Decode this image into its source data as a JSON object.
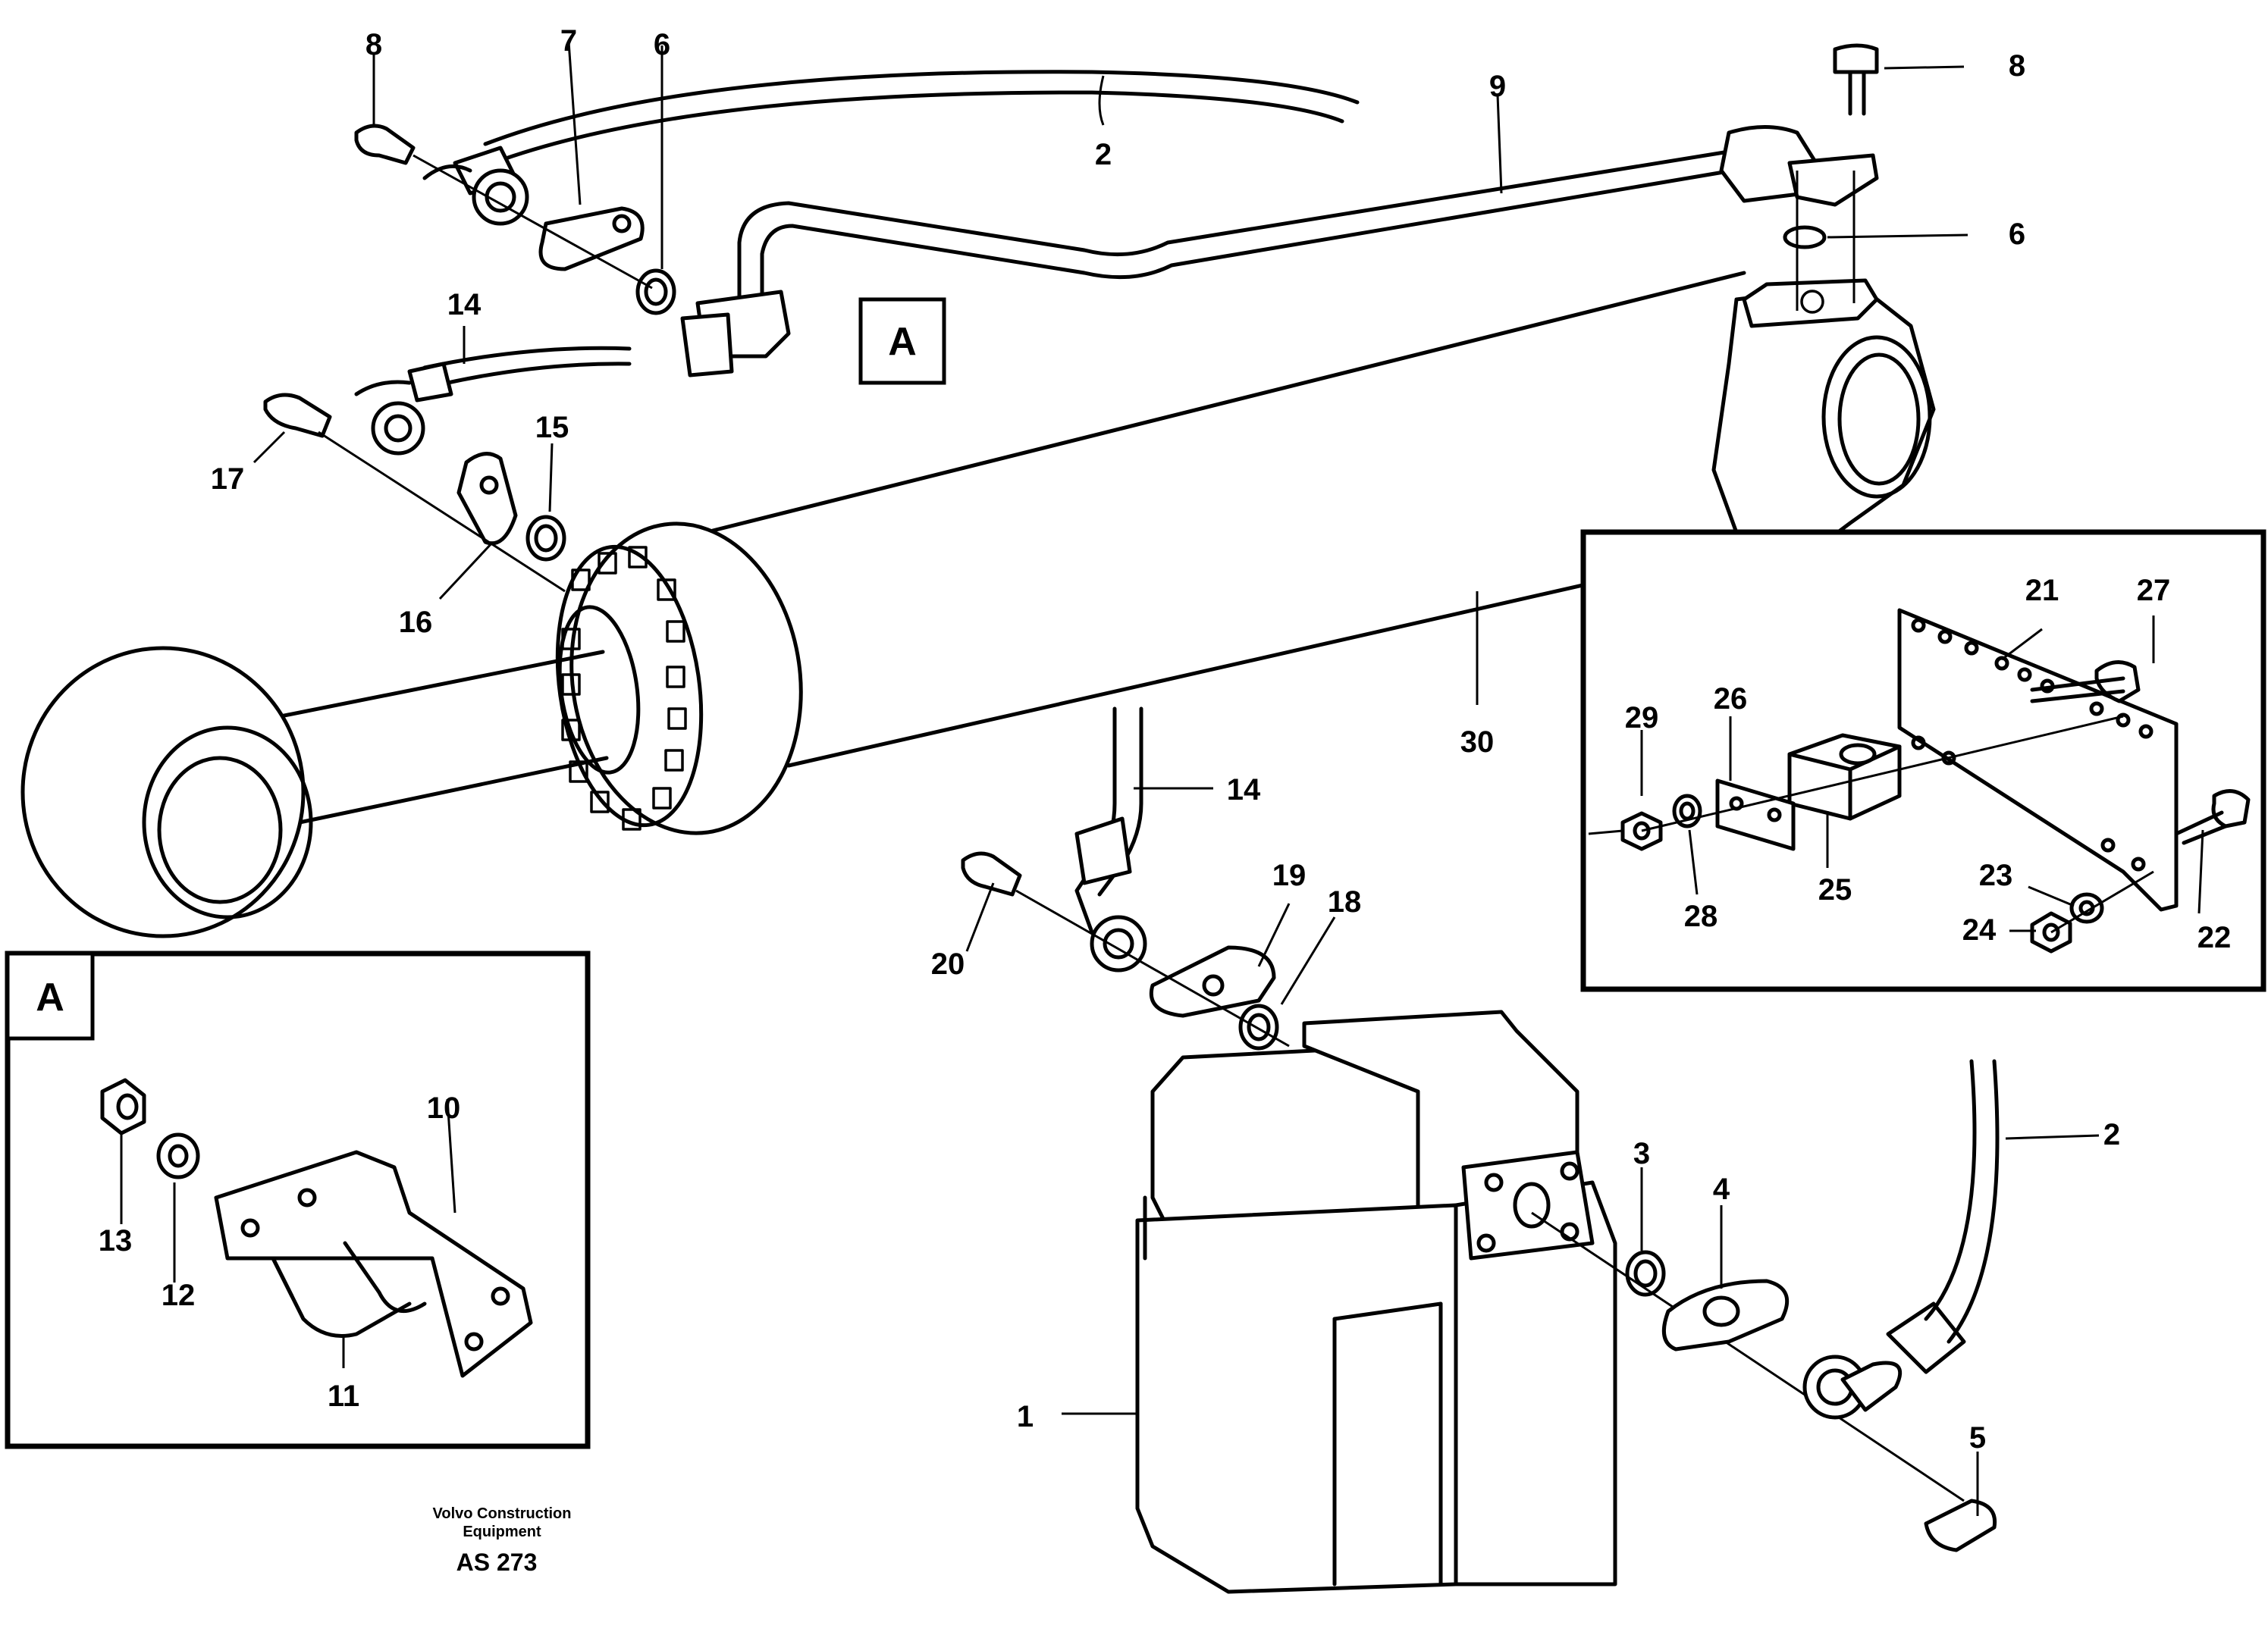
{
  "view_box_label": "A",
  "inset_label": "A",
  "footer": {
    "company_line1": "Volvo Construction",
    "company_line2": "Equipment",
    "drawing_code": "AS 273"
  },
  "callouts": {
    "c1": "1",
    "c2a": "2",
    "c2b": "2",
    "c3": "3",
    "c4": "4",
    "c5": "5",
    "c6a": "6",
    "c6b": "6",
    "c7": "7",
    "c8a": "8",
    "c8b": "8",
    "c9": "9",
    "c10": "10",
    "c11": "11",
    "c12": "12",
    "c13": "13",
    "c14a": "14",
    "c14b": "14",
    "c15": "15",
    "c16": "16",
    "c17": "17",
    "c18": "18",
    "c19": "19",
    "c20": "20",
    "c21": "21",
    "c22": "22",
    "c23": "23",
    "c24": "24",
    "c25": "25",
    "c26": "26",
    "c27": "27",
    "c28": "28",
    "c29": "29",
    "c30": "30"
  }
}
